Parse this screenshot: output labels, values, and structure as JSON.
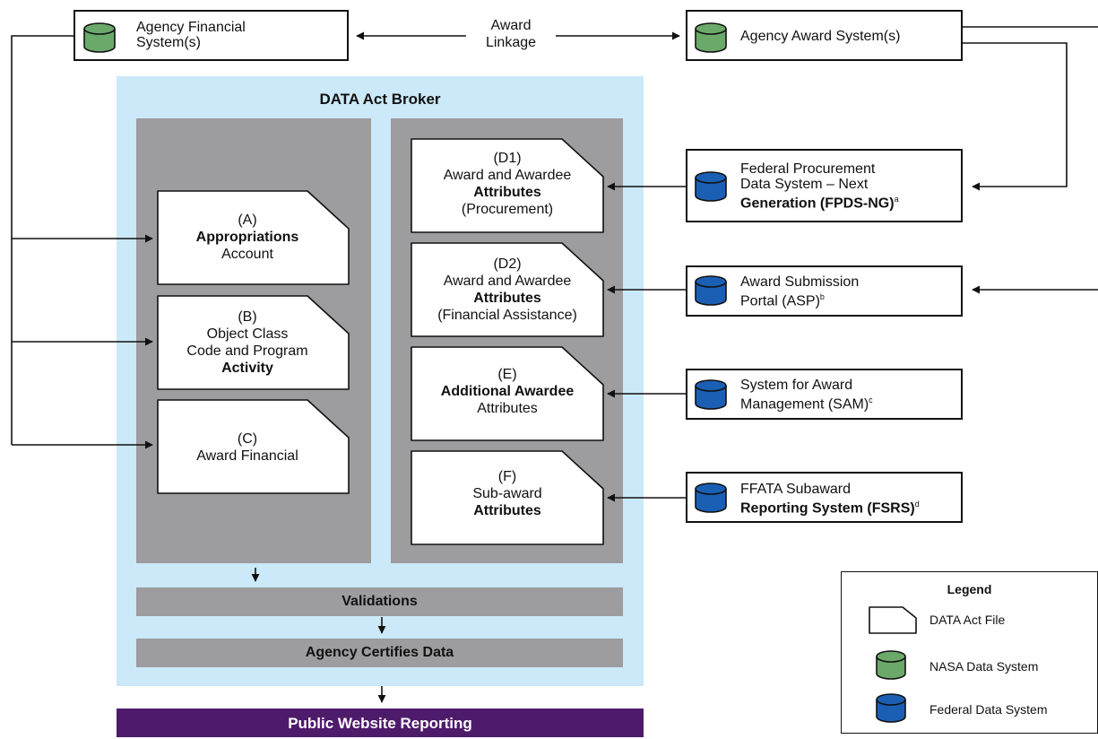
{
  "award_linkage": [
    "Award",
    "Linkage"
  ],
  "systems": {
    "agency_financial": [
      "Agency Financial",
      "System(s)"
    ],
    "agency_award": [
      "Agency Award System(s)"
    ],
    "fpds": [
      "Federal Procurement",
      "Data System – Next",
      "Generation (FPDS-NG)",
      "a"
    ],
    "asp": [
      "Award Submission",
      "Portal (ASP)",
      "b"
    ],
    "sam": [
      "System for Award",
      "Management (SAM)",
      "c"
    ],
    "fsrs": [
      "FFATA Subaward",
      "Reporting System (FSRS)",
      "d"
    ]
  },
  "broker_title": "DATA Act Broker",
  "files": {
    "a": [
      "(A)",
      "Appropriations",
      "Account"
    ],
    "b": [
      "(B)",
      "Object Class",
      "Code and Program",
      "Activity"
    ],
    "c": [
      "(C)",
      "Award Financial"
    ],
    "d1": [
      "(D1)",
      "Award and Awardee",
      "Attributes",
      "(Procurement)"
    ],
    "d2": [
      "(D2)",
      "Award and Awardee",
      "Attributes",
      "(Financial Assistance)"
    ],
    "e": [
      "(E)",
      "Additional Awardee",
      "Attributes"
    ],
    "f": [
      "(F)",
      "Sub-award",
      "Attributes"
    ]
  },
  "validations": "Validations",
  "certifies": "Agency Certifies Data",
  "public": "Public Website Reporting",
  "legend": {
    "title": "Legend",
    "file": "DATA Act File",
    "nasa": "NASA Data System",
    "federal": "Federal Data System"
  },
  "colors": {
    "nasa_green": "#6ba96b",
    "federal_blue": "#1b5fb4",
    "broker_blue": "#cbe9f8",
    "panel_gray": "#9d9c9e",
    "public_purple": "#4e1b6b"
  }
}
